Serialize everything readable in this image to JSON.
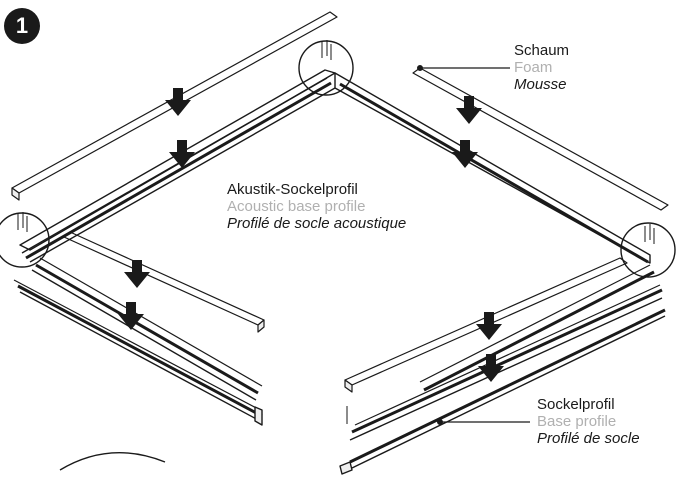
{
  "step": {
    "number": "1"
  },
  "labels": {
    "foam": {
      "de": "Schaum",
      "en": "Foam",
      "fr": "Mousse"
    },
    "acoustic": {
      "de": "Akustik-Sockelprofil",
      "en": "Acoustic base profile",
      "fr": "Profilé de socle acoustique"
    },
    "base": {
      "de": "Sockelprofil",
      "en": "Base profile",
      "fr": "Profilé de socle"
    }
  },
  "colors": {
    "ink": "#1a1a1a",
    "muted": "#b0b0b0",
    "background": "#ffffff"
  }
}
